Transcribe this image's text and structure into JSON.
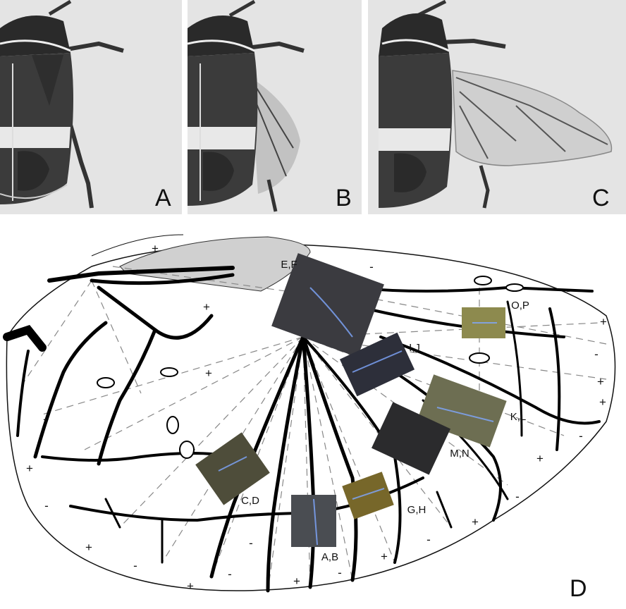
{
  "panels": [
    {
      "letter": "A",
      "state": "wing folded"
    },
    {
      "letter": "B",
      "state": "wing partially unfolded"
    },
    {
      "letter": "C",
      "state": "wing fully unfolded"
    }
  ],
  "wing_panel": {
    "letter": "D",
    "patch_labels": [
      "E,F",
      "O,P",
      "I,J",
      "K,L",
      "M,N",
      "C,D",
      "G,H",
      "A,B"
    ],
    "fold_marks": [
      {
        "id": "m1",
        "sign": "+"
      },
      {
        "id": "m2",
        "sign": "-"
      },
      {
        "id": "m3",
        "sign": "+"
      },
      {
        "id": "m4",
        "sign": "-"
      },
      {
        "id": "m5",
        "sign": "+"
      },
      {
        "id": "m6",
        "sign": "+"
      },
      {
        "id": "m7",
        "sign": "-"
      },
      {
        "id": "m8",
        "sign": "+"
      },
      {
        "id": "m9",
        "sign": "-"
      },
      {
        "id": "m10",
        "sign": "+"
      },
      {
        "id": "m11",
        "sign": "-"
      },
      {
        "id": "m12",
        "sign": "+"
      },
      {
        "id": "m13",
        "sign": "-"
      },
      {
        "id": "m14",
        "sign": "+"
      },
      {
        "id": "m15",
        "sign": "-"
      },
      {
        "id": "m16",
        "sign": "+"
      },
      {
        "id": "m17",
        "sign": "-"
      },
      {
        "id": "m18",
        "sign": "+"
      },
      {
        "id": "m19",
        "sign": "-"
      },
      {
        "id": "m20",
        "sign": "+"
      },
      {
        "id": "m21",
        "sign": "-"
      },
      {
        "id": "m22",
        "sign": "+"
      },
      {
        "id": "m23",
        "sign": "-"
      },
      {
        "id": "m24",
        "sign": "+"
      },
      {
        "id": "m25",
        "sign": "-"
      }
    ]
  },
  "colors": {
    "background": "#ffffff",
    "photo_bg": "#e6e6e6",
    "elytra": "#3a3a3a",
    "vein": "#000000",
    "fold_line": "#888888",
    "membrane_shade": "#d0d0d0"
  }
}
